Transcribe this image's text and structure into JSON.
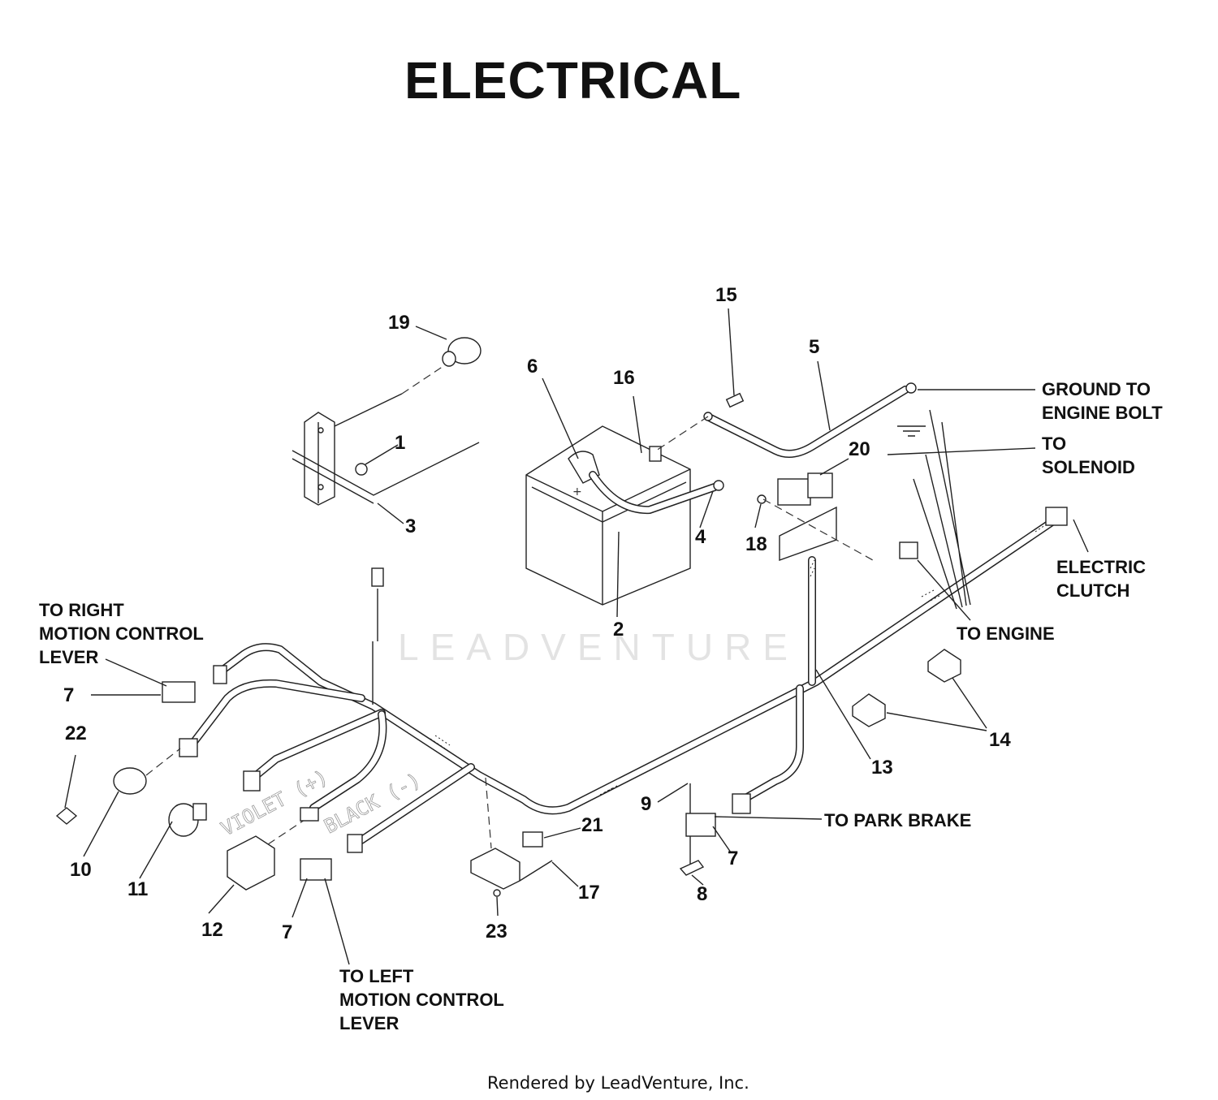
{
  "title": "ELECTRICAL",
  "watermark": "LEADVENTURE",
  "footer": "Rendered by LeadVenture, Inc.",
  "wire_labels": {
    "violet": "VIOLET (+)",
    "black": "BLACK (-)"
  },
  "callouts": {
    "c1": "1",
    "c2": "2",
    "c3": "3",
    "c4": "4",
    "c5": "5",
    "c6": "6",
    "c7a": "7",
    "c7b": "7",
    "c7c": "7",
    "c8": "8",
    "c9": "9",
    "c10": "10",
    "c11": "11",
    "c12": "12",
    "c13": "13",
    "c14": "14",
    "c15": "15",
    "c16": "16",
    "c17": "17",
    "c18": "18",
    "c19": "19",
    "c20": "20",
    "c21": "21",
    "c22": "22",
    "c23": "23"
  },
  "notes": {
    "ground": [
      "GROUND TO",
      "ENGINE BOLT"
    ],
    "solenoid": [
      "TO",
      "SOLENOID"
    ],
    "clutch": [
      "ELECTRIC",
      "CLUTCH"
    ],
    "engine": [
      "TO ENGINE"
    ],
    "park_brake": [
      "TO PARK BRAKE"
    ],
    "right_lever": [
      "TO RIGHT",
      "MOTION CONTROL",
      "LEVER"
    ],
    "left_lever": [
      "TO LEFT",
      "MOTION CONTROL",
      "LEVER"
    ]
  }
}
